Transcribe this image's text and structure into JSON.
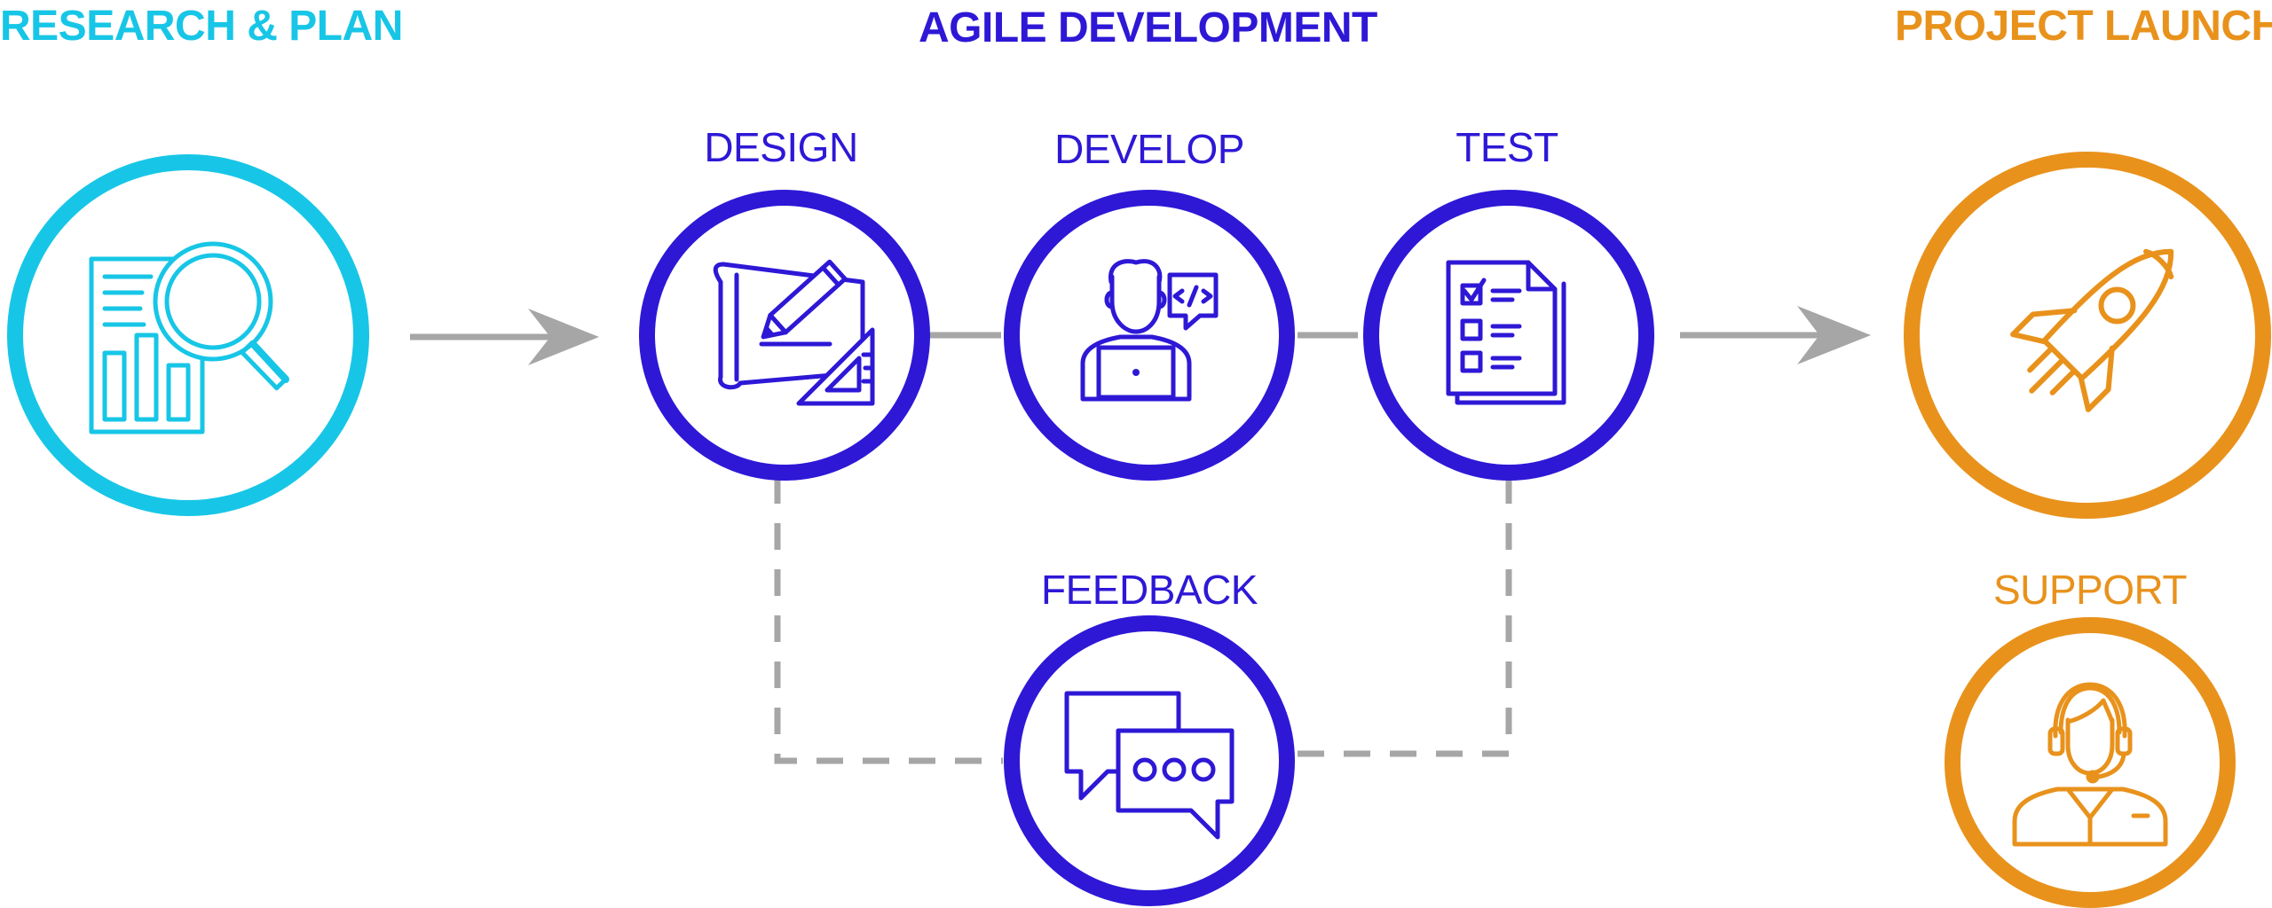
{
  "colors": {
    "research": "#17c6e6",
    "agile": "#2e18d6",
    "launch": "#e8921c",
    "connector": "#a6a6a6"
  },
  "headings": {
    "research": "RESEARCH & PLAN",
    "agile": "AGILE DEVELOPMENT",
    "launch": "PROJECT LAUNCH"
  },
  "steps": {
    "design": "DESIGN",
    "develop": "DEVELOP",
    "test": "TEST",
    "feedback": "FEEDBACK",
    "support": "SUPPORT"
  },
  "icons": {
    "research": "report-magnifier-icon",
    "design": "blueprint-pencil-icon",
    "develop": "developer-laptop-icon",
    "test": "checklist-document-icon",
    "feedback": "chat-bubbles-icon",
    "launch": "rocket-icon",
    "support": "headset-agent-icon"
  }
}
